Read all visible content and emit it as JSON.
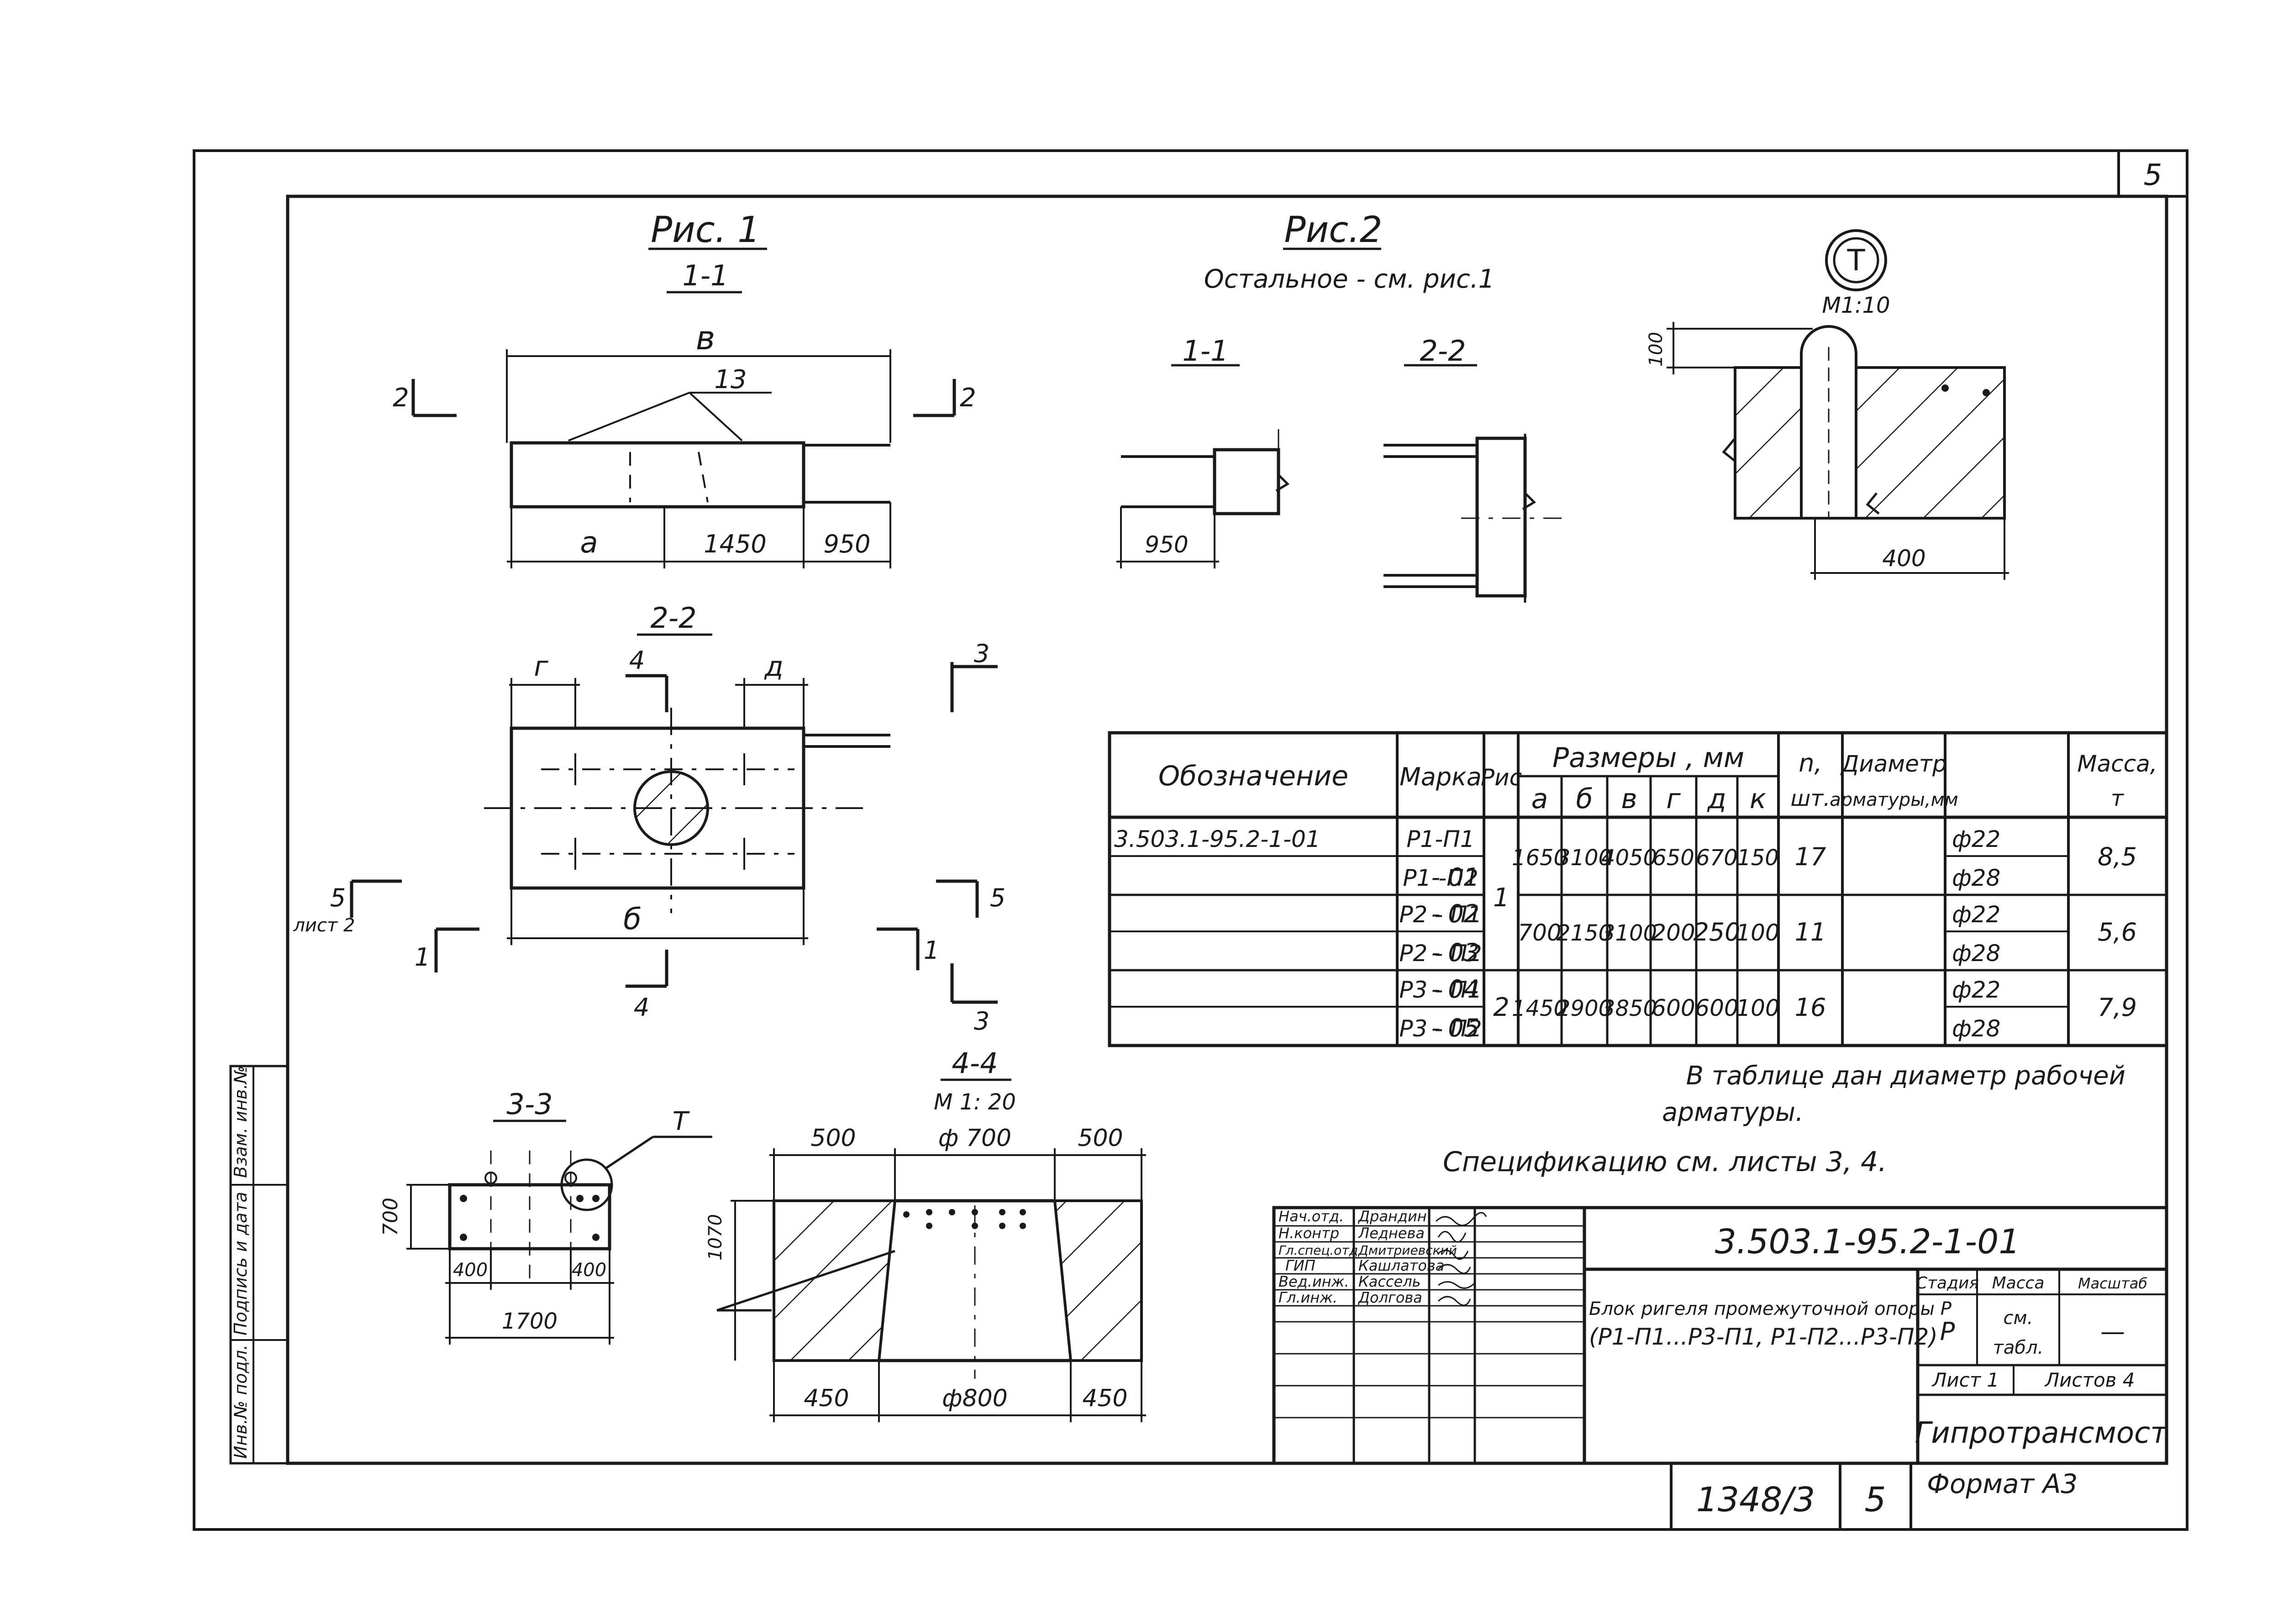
{
  "sheet_number": "5",
  "fig1": {
    "title": "Рис. 1",
    "sec11": "1-1",
    "sec22": "2-2",
    "sec33": "3-3",
    "sec44": "4-4",
    "scale44": "М 1: 20",
    "label_v": "в",
    "label_13": "13",
    "label_a": "а",
    "dim_1450": "1450",
    "dim_950": "950",
    "label_g": "г",
    "label_d": "д",
    "label_b": "б",
    "cut_2": "2",
    "cut_3": "3",
    "cut_4": "4",
    "cut_5": "5",
    "cut_1": "1",
    "list2": "лист 2",
    "dim_700": "700",
    "dim_400": "400",
    "dim_1700": "1700",
    "mark_T": "Т",
    "dim_500": "500",
    "dim_f700": "ф 700",
    "dim_1070": "1070",
    "dim_450": "450",
    "dim_f800": "ф800"
  },
  "fig2": {
    "title": "Рис.2",
    "note": "Остальное - см. рис.1",
    "sec11": "1-1",
    "sec22": "2-2",
    "dim_950": "950"
  },
  "detail_T": {
    "mark": "Т",
    "scale": "М1:10",
    "dim_100": "100",
    "dim_400": "400"
  },
  "table": {
    "headers": {
      "designation": "Обозначение",
      "mark": "Марка",
      "fig": "Рис",
      "sizes": "Размеры , мм",
      "cols": [
        "а",
        "б",
        "в",
        "г",
        "д",
        "к"
      ],
      "n": "n,",
      "n_unit": "шт.",
      "diam": "Диаметр",
      "diam_unit": "арматуры,мм",
      "mass": "Масса,",
      "mass_unit": "т"
    },
    "rows": [
      {
        "designation": "3.503.1-95.2-1-01",
        "mark": "Р1-П1",
        "diam": "ф22"
      },
      {
        "designation": "- 01",
        "mark": "Р1 -П2",
        "diam": "ф28"
      },
      {
        "designation": "- 02",
        "mark": "Р2 - П1",
        "diam": "ф22"
      },
      {
        "designation": "- 03",
        "mark": "Р2 - П2",
        "diam": "ф28"
      },
      {
        "designation": "- 04",
        "mark": "Р3 - П1",
        "diam": "ф22"
      },
      {
        "designation": "- 05",
        "mark": "Р3 - П2",
        "diam": "ф28"
      }
    ],
    "groups": [
      {
        "fig": "1",
        "a": "1650",
        "b": "3100",
        "v": "4050",
        "g": "650",
        "d": "670",
        "k": "150",
        "n": "17",
        "mass": "8,5"
      },
      {
        "fig": "",
        "a": "700",
        "b": "2150",
        "v": "3100",
        "g": "200",
        "d": "250",
        "k": "100",
        "n": "11",
        "mass": "5,6"
      },
      {
        "fig": "2",
        "a": "1450",
        "b": "2900",
        "v": "3850",
        "g": "600",
        "d": "600",
        "k": "100",
        "n": "16",
        "mass": "7,9"
      }
    ]
  },
  "notes": {
    "line1": "В таблице дан   диаметр рабочей",
    "line2": "арматуры.",
    "line3": "Спецификацию   см. листы 3, 4."
  },
  "side_stamp": {
    "vzam": "Взам. инв.№",
    "podpis": "Подпись и дата",
    "inv": "Инв.№ подл."
  },
  "title_block": {
    "code": "3.503.1-95.2-1-01",
    "people": [
      {
        "role": "Нач.отд.",
        "name": "Драндин"
      },
      {
        "role": "Н.контр",
        "name": "Леднева"
      },
      {
        "role": "Гл.спец.отд",
        "name": "Дмитриевский"
      },
      {
        "role": "ГИП",
        "name": "Кашлатова"
      },
      {
        "role": "Вед.инж.",
        "name": "Кассель"
      },
      {
        "role": "Гл.инж.",
        "name": "Долгова"
      }
    ],
    "desc1": "Блок ригеля промежуточной опоры Р",
    "desc2": "(Р1-П1...Р3-П1, Р1-П2...Р3-П2)",
    "stage_h": "Стадия",
    "mass_h": "Масса",
    "scale_h": "Масштаб",
    "stage": "Р",
    "mass_v1": "см.",
    "mass_v2": "табл.",
    "scale_v": "—",
    "sheet": "Лист 1",
    "sheets": "Листов 4",
    "org": "Гипротрансмост",
    "archive": "1348/3",
    "page": "5",
    "format": "Формат А3"
  }
}
